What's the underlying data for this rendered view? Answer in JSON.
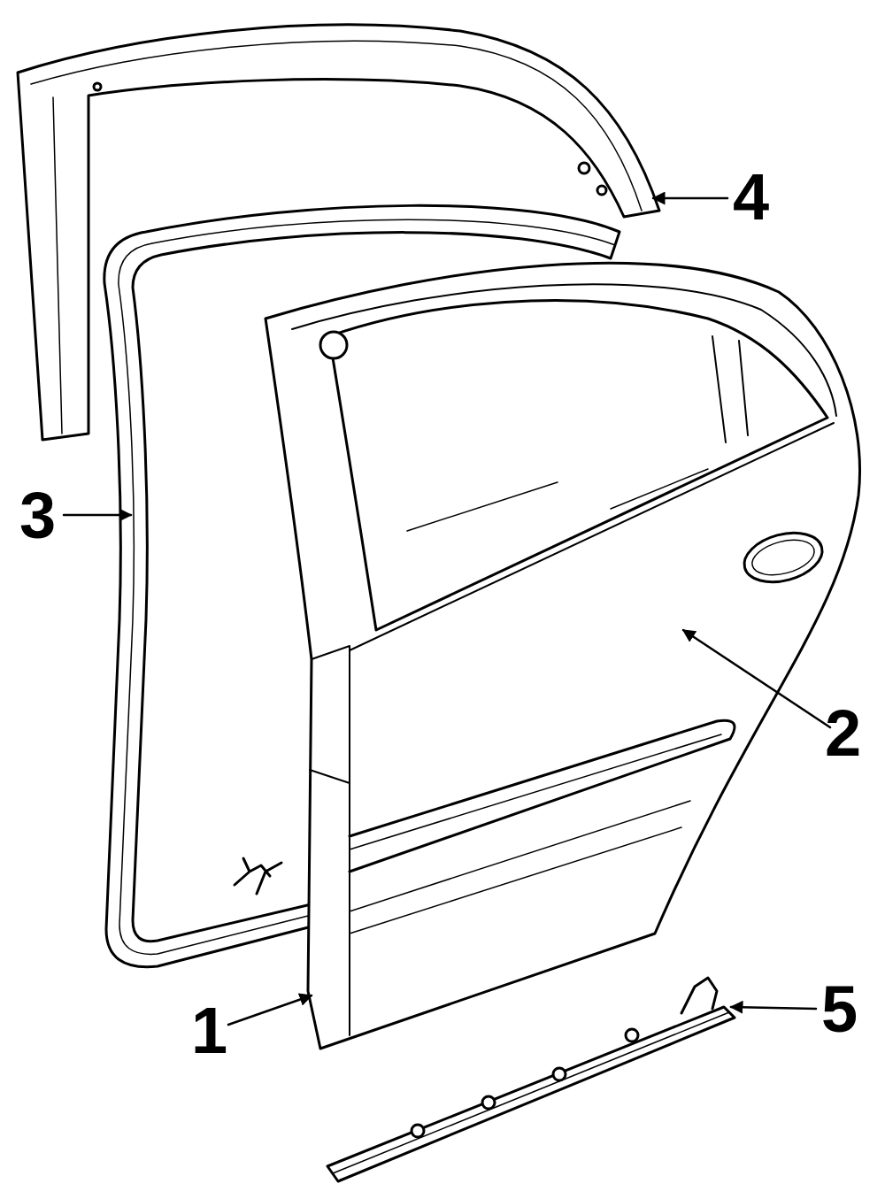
{
  "diagram": {
    "labels": [
      "4",
      "3",
      "2",
      "1",
      "5"
    ]
  }
}
